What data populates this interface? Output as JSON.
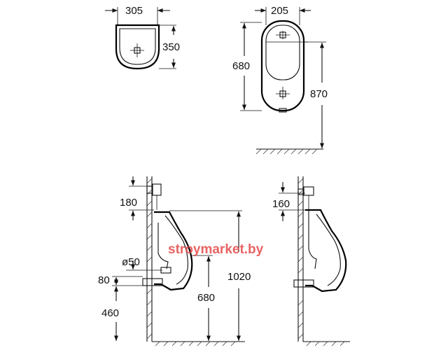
{
  "top_view": {
    "width": "305",
    "depth": "350"
  },
  "front_view": {
    "width": "205",
    "height": "680",
    "mount_height": "870"
  },
  "side_view_left": {
    "inlet_offset": "180",
    "drain_diameter": "ø50",
    "drain_spacing": "80",
    "drain_height": "460",
    "lip_height": "680",
    "top_height": "1020"
  },
  "side_view_right": {
    "inlet_offset": "160"
  },
  "watermark": "stroymarket.by"
}
